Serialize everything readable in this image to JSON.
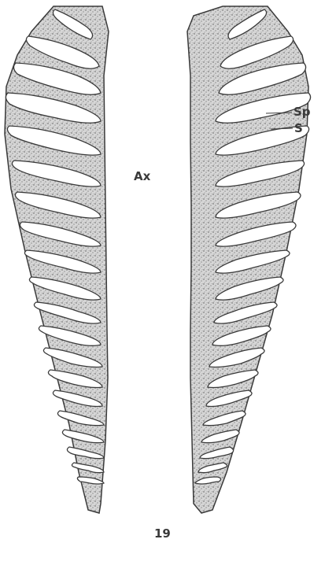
{
  "figure": {
    "labels": {
      "axis": "Ax",
      "sp": "Sp",
      "s": "S",
      "figure_number": "19"
    },
    "left_half": {
      "stalk_count": 20
    },
    "right_half": {
      "stalk_count": 20
    },
    "colors": {
      "ink": "#3a3a3a",
      "paper": "#ffffff"
    }
  }
}
